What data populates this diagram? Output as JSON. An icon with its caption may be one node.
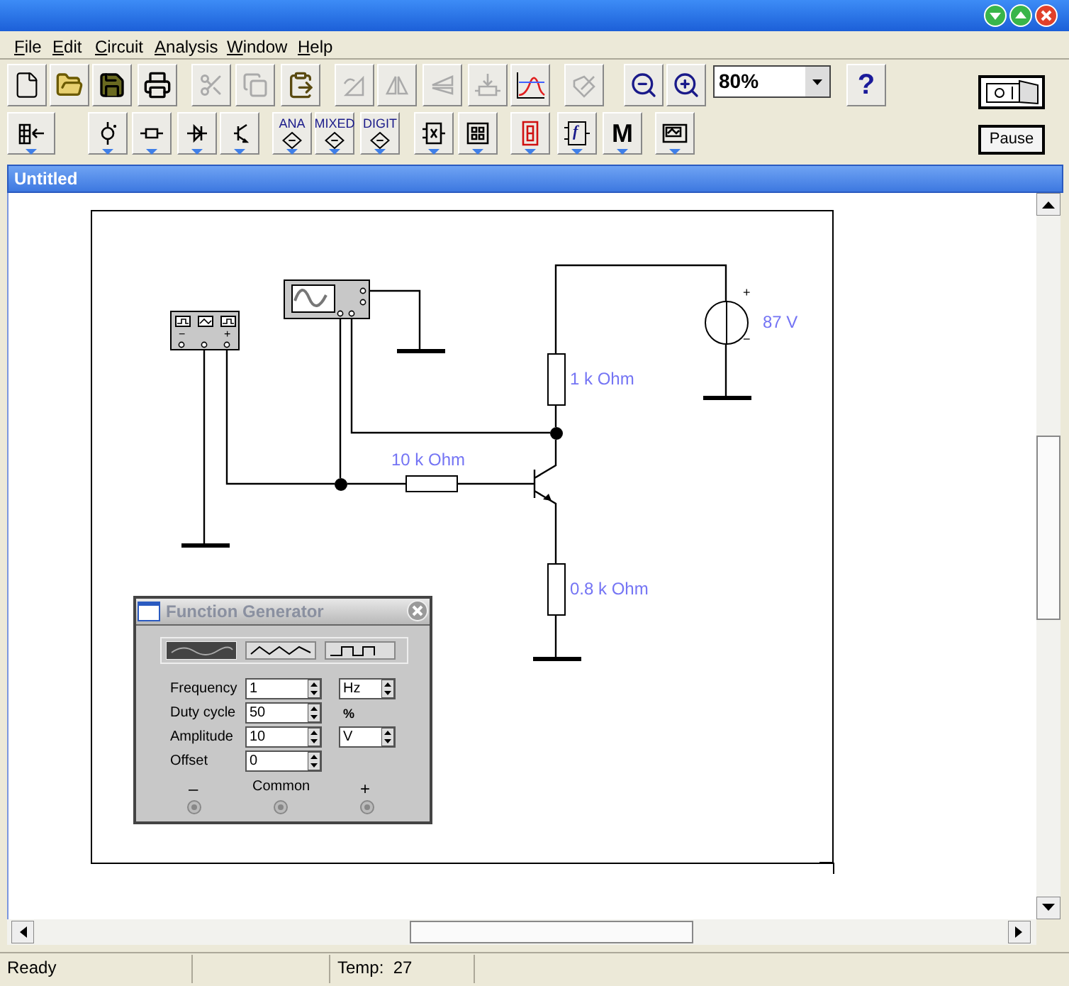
{
  "diagram": {
    "nodes": [
      {
        "text": [
          "−",
          "+"
        ]
      },
      {
        "text": [],
        "shape": "picture"
      },
      {
        "text": [],
        "shape": "bar"
      },
      {
        "text": [],
        "shape": "bar"
      },
      {
        "text": [],
        "shape": "circle"
      },
      {
        "text": [],
        "shape": "box",
        "beside": [
          "10 k Ohm"
        ]
      },
      {
        "text": [],
        "shape": "picture"
      },
      {
        "text": [],
        "shape": "circle"
      },
      {
        "text": [],
        "shape": "box",
        "beside": [
          "1 k Ohm"
        ]
      },
      {
        "text": [],
        "shape": "box",
        "beside": [
          "0.8 k Ohm"
        ]
      },
      {
        "text": [],
        "shape": "bar"
      },
      {
        "text": [],
        "shape": "circle",
        "beside": [
          "+",
          "−",
          "87 V"
        ]
      },
      {
        "text": [],
        "shape": "bar"
      }
    ],
    "edges": [
      {
        "from": 0,
        "to": 3,
        "arrow": "none"
      },
      {
        "from": 0,
        "to": 4,
        "arrow": "none"
      },
      {
        "from": 1,
        "to": 4,
        "arrow": "none"
      },
      {
        "from": 4,
        "to": 5,
        "arrow": "none"
      },
      {
        "from": 5,
        "to": 6,
        "arrow": "none"
      },
      {
        "from": 1,
        "to": 7,
        "arrow": "none"
      },
      {
        "from": 7,
        "to": 6,
        "arrow": "none"
      },
      {
        "from": 8,
        "to": 7,
        "arrow": "none"
      },
      {
        "from": 8,
        "to": 11,
        "arrow": "none"
      },
      {
        "from": 11,
        "to": 12,
        "arrow": "none"
      },
      {
        "from": 6,
        "to": 9,
        "arrow": "none"
      },
      {
        "from": 9,
        "to": 10,
        "arrow": "none"
      },
      {
        "from": 1,
        "to": 2,
        "arrow": "none"
      }
    ],
    "labels": [
      "File",
      "Edit",
      "Circuit",
      "Analysis",
      "Window",
      "Help",
      "80%",
      "?",
      "ANA",
      "MIXED",
      "DIGIT",
      "M",
      "Pause",
      "Untitled",
      "Function Generator",
      "Frequency",
      "1",
      "Hz",
      "Duty cycle",
      "50",
      "%",
      "Amplitude",
      "10",
      "V",
      "Offset",
      "0",
      "–",
      "Common",
      "+",
      "Ready",
      "Temp:  27",
      "f"
    ]
  }
}
